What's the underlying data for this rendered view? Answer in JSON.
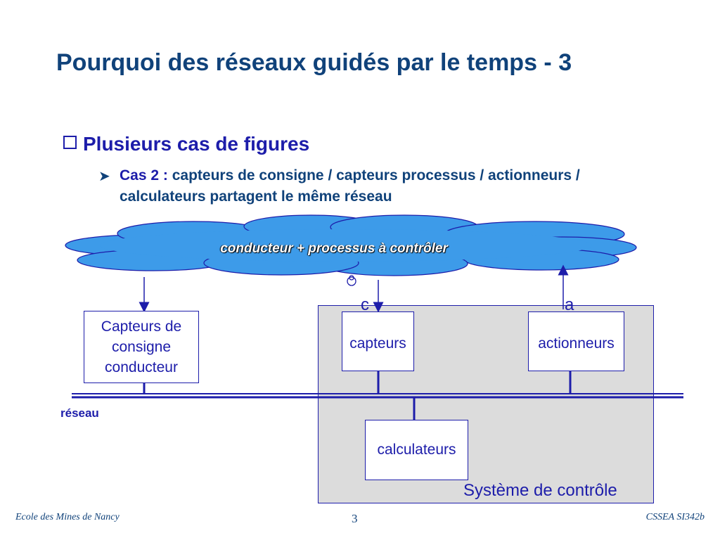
{
  "slide": {
    "title": "Pourquoi des réseaux guidés par le temps - 3",
    "bullet_level1": "Plusieurs cas de figures",
    "bullet_level2_lead": "Cas 2 :",
    "bullet_level2_text": " capteurs de consigne / capteurs processus / actionneurs / calculateurs partagent le même réseau"
  },
  "diagram": {
    "cloud_label": "conducteur + processus à contrôler",
    "box_consigne_line1": "Capteurs de",
    "box_consigne_line2": "consigne",
    "box_consigne_line3": "conducteur",
    "box_capteurs": "capteurs",
    "box_actionneurs": "actionneurs",
    "box_calculateurs": "calculateurs",
    "system_label": "Système de contrôle",
    "label_c": "c",
    "label_a": "a",
    "network_label": "réseau",
    "colors": {
      "primary_blue": "#1d1daa",
      "title_blue": "#10427a",
      "cloud_fill": "#3d9be9",
      "system_fill": "#dcdcdc"
    }
  },
  "footer": {
    "school": "Ecole des Mines de Nancy",
    "page": "3",
    "course": "CSSEA SI342b"
  }
}
